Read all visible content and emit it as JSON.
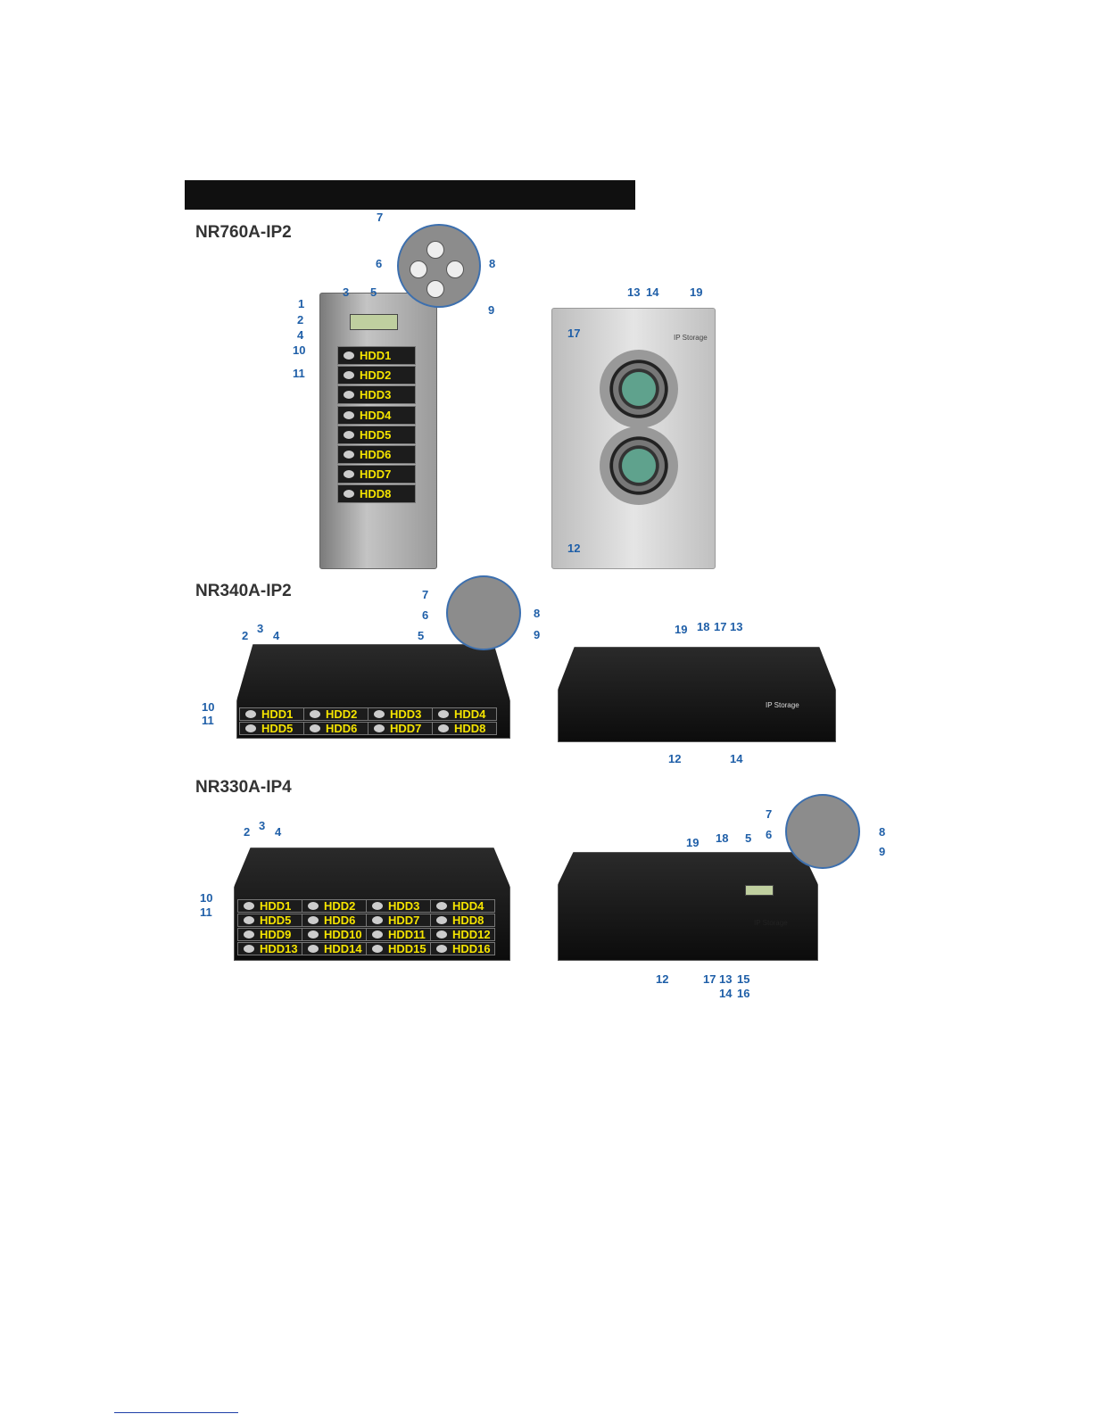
{
  "models": [
    {
      "name": "NR760A-IP2",
      "hdd": [
        "HDD1",
        "HDD2",
        "HDD3",
        "HDD4",
        "HDD5",
        "HDD6",
        "HDD7",
        "HDD8"
      ],
      "front_callouts": [
        "7",
        "6",
        "8",
        "9",
        "1",
        "3",
        "5",
        "2",
        "4",
        "10",
        "11"
      ],
      "rear_callouts": [
        "13",
        "14",
        "19",
        "17",
        "12"
      ],
      "rear_label": "IP Storage"
    },
    {
      "name": "NR340A-IP2",
      "hdd": [
        "HDD1",
        "HDD2",
        "HDD3",
        "HDD4",
        "HDD5",
        "HDD6",
        "HDD7",
        "HDD8"
      ],
      "front_callouts": [
        "7",
        "6",
        "8",
        "9",
        "2",
        "3",
        "4",
        "5",
        "10",
        "11"
      ],
      "rear_callouts": [
        "19",
        "18",
        "17",
        "13",
        "12",
        "14"
      ],
      "rear_label": "IP Storage"
    },
    {
      "name": "NR330A-IP4",
      "hdd": [
        "HDD1",
        "HDD2",
        "HDD3",
        "HDD4",
        "HDD5",
        "HDD6",
        "HDD7",
        "HDD8",
        "HDD9",
        "HDD10",
        "HDD11",
        "HDD12",
        "HDD13",
        "HDD14",
        "HDD15",
        "HDD16"
      ],
      "front_callouts": [
        "2",
        "3",
        "4",
        "10",
        "11"
      ],
      "rear_callouts": [
        "7",
        "6",
        "8",
        "9",
        "19",
        "18",
        "5",
        "12",
        "17",
        "13",
        "15",
        "14",
        "16"
      ],
      "rear_label": "IP Storage"
    }
  ]
}
